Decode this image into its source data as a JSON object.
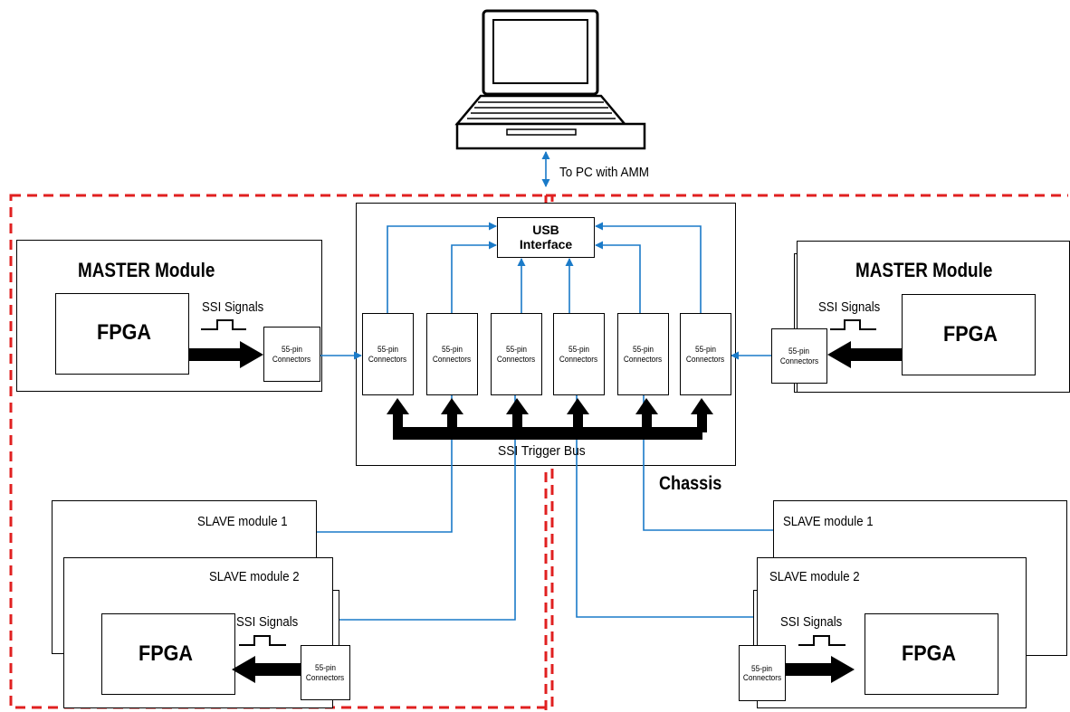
{
  "pc": {
    "label": "To PC with AMM"
  },
  "chassis": {
    "label": "Chassis",
    "bus_label": "SSI Trigger Bus",
    "usb_line1": "USB",
    "usb_line2": "Interface",
    "slots": [
      {
        "line1": "55-pin",
        "line2": "Connectors"
      },
      {
        "line1": "55-pin",
        "line2": "Connectors"
      },
      {
        "line1": "55-pin",
        "line2": "Connectors"
      },
      {
        "line1": "55-pin",
        "line2": "Connectors"
      },
      {
        "line1": "55-pin",
        "line2": "Connectors"
      },
      {
        "line1": "55-pin",
        "line2": "Connectors"
      }
    ]
  },
  "left": {
    "master": {
      "title": "MASTER Module",
      "fpga": "FPGA",
      "signals": "SSI Signals",
      "conn1": "55-pin",
      "conn2": "Connectors"
    },
    "slave1": {
      "title": "SLAVE module 1"
    },
    "slave2": {
      "title": "SLAVE module 2",
      "fpga": "FPGA",
      "signals": "SSI Signals",
      "conn1": "55-pin",
      "conn2": "Connectors"
    }
  },
  "right": {
    "master": {
      "title": "MASTER Module",
      "fpga": "FPGA",
      "signals": "SSI Signals",
      "conn1": "55-pin",
      "conn2": "Connectors"
    },
    "slave1": {
      "title": "SLAVE module 1"
    },
    "slave2": {
      "title": "SLAVE module 2",
      "fpga": "FPGA",
      "signals": "SSI Signals",
      "conn1": "55-pin",
      "conn2": "Connectors"
    }
  },
  "colors": {
    "link": "#1a7ac8",
    "dashed_region": "#e02020",
    "arrow": "#000000"
  }
}
